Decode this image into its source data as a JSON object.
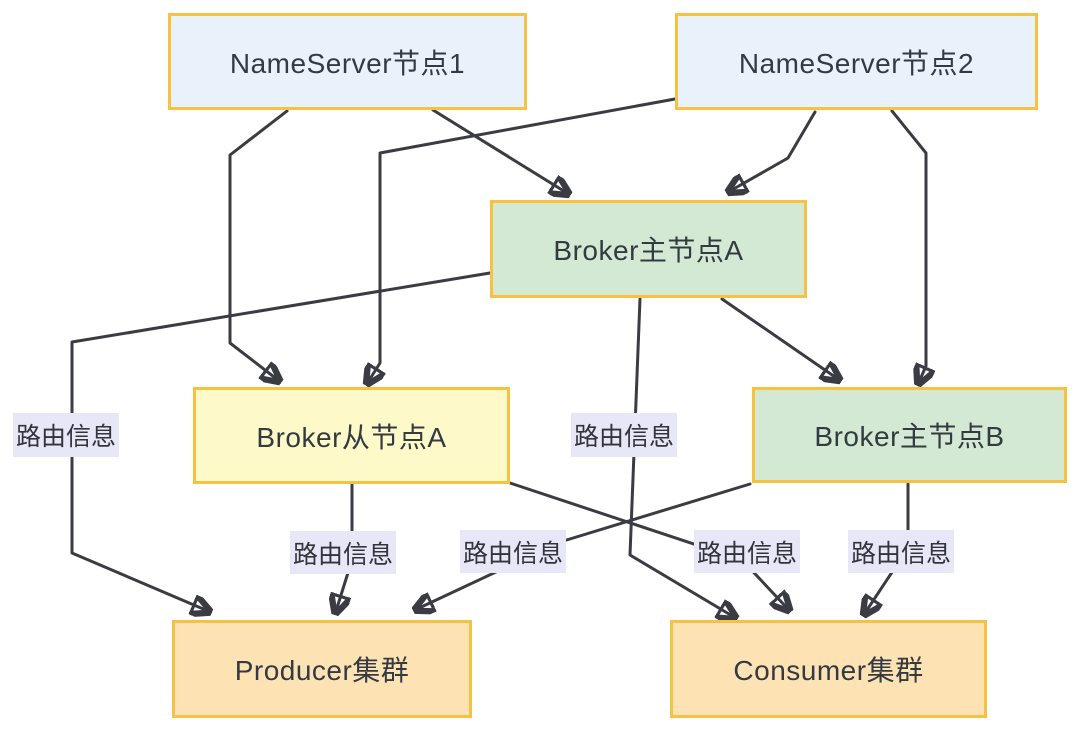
{
  "diagram": {
    "title": "RocketMQ NameServer / Broker routing diagram",
    "colors": {
      "background": "#ffffff",
      "node_border": "#f5c243",
      "nameserver_fill": "#e9f1fa",
      "broker_master_fill": "#d3e9d3",
      "broker_slave_fill": "#fdf9c9",
      "cluster_fill": "#fde2b4",
      "edge_label_fill": "#e7e7f8",
      "line": "#3b3b43",
      "text": "#333a42"
    },
    "nodes": [
      {
        "id": "nameserver-1",
        "label": "NameServer节点1"
      },
      {
        "id": "nameserver-2",
        "label": "NameServer节点2"
      },
      {
        "id": "broker-master-a",
        "label": "Broker主节点A"
      },
      {
        "id": "broker-slave-a",
        "label": "Broker从节点A"
      },
      {
        "id": "broker-master-b",
        "label": "Broker主节点B"
      },
      {
        "id": "producer-cluster",
        "label": "Producer集群"
      },
      {
        "id": "consumer-cluster",
        "label": "Consumer集群"
      }
    ],
    "edge_labels": [
      {
        "text": "路由信息"
      },
      {
        "text": "路由信息"
      },
      {
        "text": "路由信息"
      },
      {
        "text": "路由信息"
      },
      {
        "text": "路由信息"
      },
      {
        "text": "路由信息"
      }
    ],
    "edges": [
      {
        "from": "NameServer节点1",
        "to": "Broker主节点A",
        "label": ""
      },
      {
        "from": "NameServer节点2",
        "to": "Broker主节点A",
        "label": ""
      },
      {
        "from": "NameServer节点1",
        "to": "Broker从节点A",
        "label": ""
      },
      {
        "from": "NameServer节点2",
        "to": "Broker从节点A",
        "label": ""
      },
      {
        "from": "NameServer节点2",
        "to": "Broker主节点B",
        "label": ""
      },
      {
        "from": "Broker主节点A",
        "to": "Broker主节点B",
        "label": ""
      },
      {
        "from": "Broker主节点A",
        "to": "Producer集群",
        "label": "路由信息"
      },
      {
        "from": "Broker主节点A",
        "to": "Consumer集群",
        "label": "路由信息"
      },
      {
        "from": "Broker从节点A",
        "to": "Producer集群",
        "label": "路由信息"
      },
      {
        "from": "Broker从节点A",
        "to": "Consumer集群",
        "label": "路由信息"
      },
      {
        "from": "Broker主节点B",
        "to": "Producer集群",
        "label": "路由信息"
      },
      {
        "from": "Broker主节点B",
        "to": "Consumer集群",
        "label": "路由信息"
      }
    ]
  }
}
